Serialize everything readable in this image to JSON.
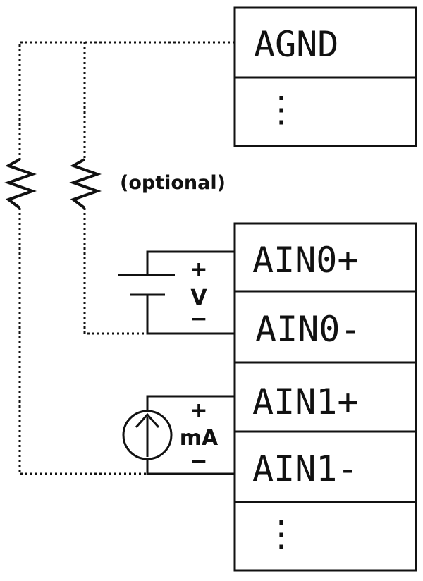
{
  "terminal_blocks": {
    "top": {
      "rows": [
        {
          "label": "AGND"
        },
        {
          "label": "⋮"
        }
      ]
    },
    "bottom": {
      "rows": [
        {
          "label": "AIN0+"
        },
        {
          "label": "AIN0-"
        },
        {
          "label": "AIN1+"
        },
        {
          "label": "AIN1-"
        },
        {
          "label": "⋮"
        }
      ]
    }
  },
  "resistor_note": "(optional)",
  "voltage_source": {
    "plus": "+",
    "symbol": "V",
    "minus": "−"
  },
  "current_source": {
    "plus": "+",
    "symbol": "mA",
    "minus": "−"
  }
}
